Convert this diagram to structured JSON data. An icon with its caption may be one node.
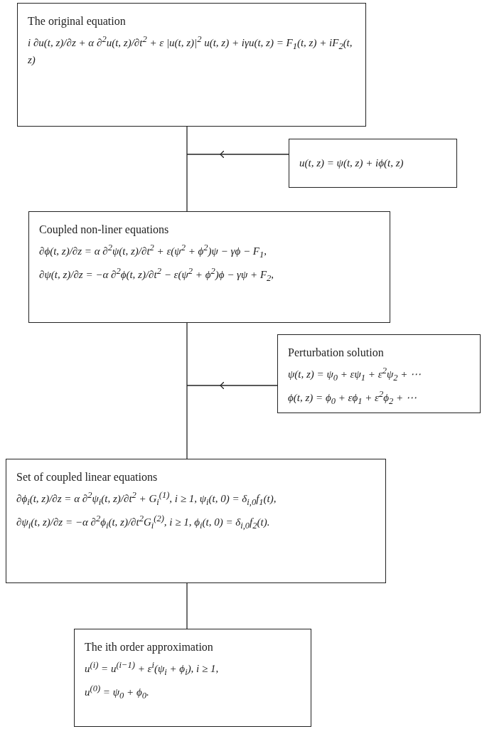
{
  "diagram": {
    "nodes": [
      {
        "text": [
          "The original equation",
          "i ∂u(t, z)/∂z + α ∂$^{2}$u(t, z)/∂t$^{2}$ + ε |u(t, z)|$^{2}$ u(t, z) + iγu(t, z) = F$_{1}$(t, z) + iF$_{2}$(t, z)"
        ]
      },
      {
        "text": [
          "u(t, z) = ψ(t, z) + iϕ(t, z)"
        ]
      },
      {
        "text": [
          "Coupled non-liner equations",
          "∂ϕ(t, z)/∂z = α ∂$^{2}$ψ(t, z)/∂t$^{2}$ + ε(ψ$^{2}$ + ϕ$^{2}$)ψ − γϕ − F$_{1}$,",
          "∂ψ(t, z)/∂z = −α ∂$^{2}$ϕ(t, z)/∂t$^{2}$ − ε(ψ$^{2}$ + ϕ$^{2}$)ϕ − γψ + F$_{2}$,"
        ]
      },
      {
        "text": [
          "Perturbation solution",
          "ψ(t, z) = ψ$_{0}$ + εψ$_{1}$ + ε$^{2}$ψ$_{2}$ + ⋯",
          "ϕ(t, z) = ϕ$_{0}$ + εϕ$_{1}$ + ε$^{2}$ϕ$_{2}$ + ⋯"
        ]
      },
      {
        "text": [
          "Set of coupled linear equations",
          "∂ϕ$_{i}$(t, z)/∂z = α ∂$^{2}$ψ$_{i}$(t, z)/∂t$^{2}$ + G$_{i}$$^{(1)}$, i ≥ 1, ψ$_{i}$(t, 0) = δ$_{i,0}$f$_{1}$(t),",
          "∂ψ$_{i}$(t, z)/∂z = −α ∂$^{2}$ϕ$_{i}$(t, z)/∂t$^{2}$G$_{i}$$^{(2)}$, i ≥ 1, ϕ$_{i}$(t, 0) = δ$_{i,0}$f$_{2}$(t)."
        ]
      },
      {
        "text": [
          "The ith order approximation",
          "u$^{(i)}$ = u$^{(i−1)}$ + ε$^{i}$(ψ$_{i}$ + ϕ$_{i}$), i ≥ 1,",
          "u$^{(0)}$ = ψ$_{0}$ + ϕ$_{0}$."
        ]
      }
    ],
    "edges": [
      {
        "from": 0,
        "to": 2,
        "arrow": "none"
      },
      {
        "from": 1,
        "to": null,
        "arrow": "to"
      },
      {
        "from": 2,
        "to": 4,
        "arrow": "none"
      },
      {
        "from": 3,
        "to": null,
        "arrow": "to"
      },
      {
        "from": 4,
        "to": 5,
        "arrow": "none"
      }
    ]
  }
}
